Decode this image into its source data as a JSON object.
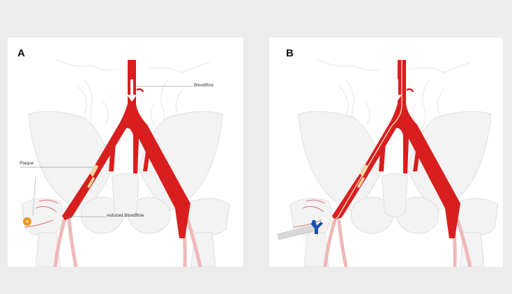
{
  "figure": {
    "panels": [
      {
        "id": "A",
        "letter": "A",
        "description": "Pelvic arterial anatomy with atherosclerotic plaque in the right iliac artery, reduced distal bloodflow",
        "labels": {
          "bloodflow": "Bloodflow",
          "plaque": "Plaque",
          "reduced_bloodflow": "reduced Bloodflow"
        },
        "device": "orange-ring-marker"
      },
      {
        "id": "B",
        "letter": "B",
        "description": "Same anatomy with guidewire/catheter introduced via femoral access sheath through the plaque",
        "labels": {},
        "device": "blue-access-sheath-valve"
      }
    ],
    "colors": {
      "background": "#ececec",
      "panel": "#ffffff",
      "artery": "#d81e1e",
      "artery_faded": "#f0b8b8",
      "bone": "#efefef",
      "bone_outline": "#d8d8d8",
      "plaque": "#f2d9a0",
      "marker": "#e8951e",
      "sheath_valve": "#1e4fb0",
      "label_text": "#333333"
    }
  }
}
